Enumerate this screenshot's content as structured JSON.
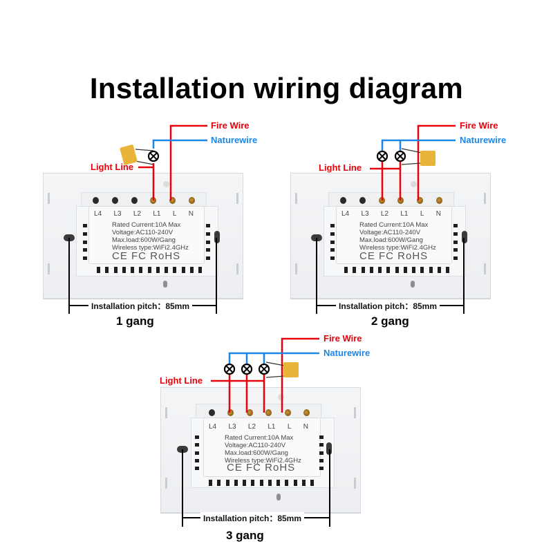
{
  "title": "Installation wiring diagram",
  "labels": {
    "fire_wire": "Fire Wire",
    "neutral_wire": "Naturewire",
    "light_line": "Light Line"
  },
  "colors": {
    "fire_wire": "#e8000b",
    "neutral_wire": "#1a86e6",
    "capacitor": "#e8b53a",
    "background": "#ffffff"
  },
  "module": {
    "terminals": [
      "L4",
      "L3",
      "L2",
      "L1",
      "L",
      "N"
    ],
    "specs": [
      "Rated Current:10A Max",
      "Voltage:AC110-240V",
      "Max.load:600W/Gang",
      "Wireless type:WiFi2.4GHz"
    ],
    "certifications": "CE FC RoHS"
  },
  "pitch_label": "Installation pitch：85mm",
  "units": [
    {
      "name": "1 gang",
      "gangs": 1
    },
    {
      "name": "2 gang",
      "gangs": 2
    },
    {
      "name": "3 gang",
      "gangs": 3
    }
  ],
  "icons": {
    "lamp": "lamp-symbol-icon",
    "capacitor": "capacitor-icon"
  }
}
